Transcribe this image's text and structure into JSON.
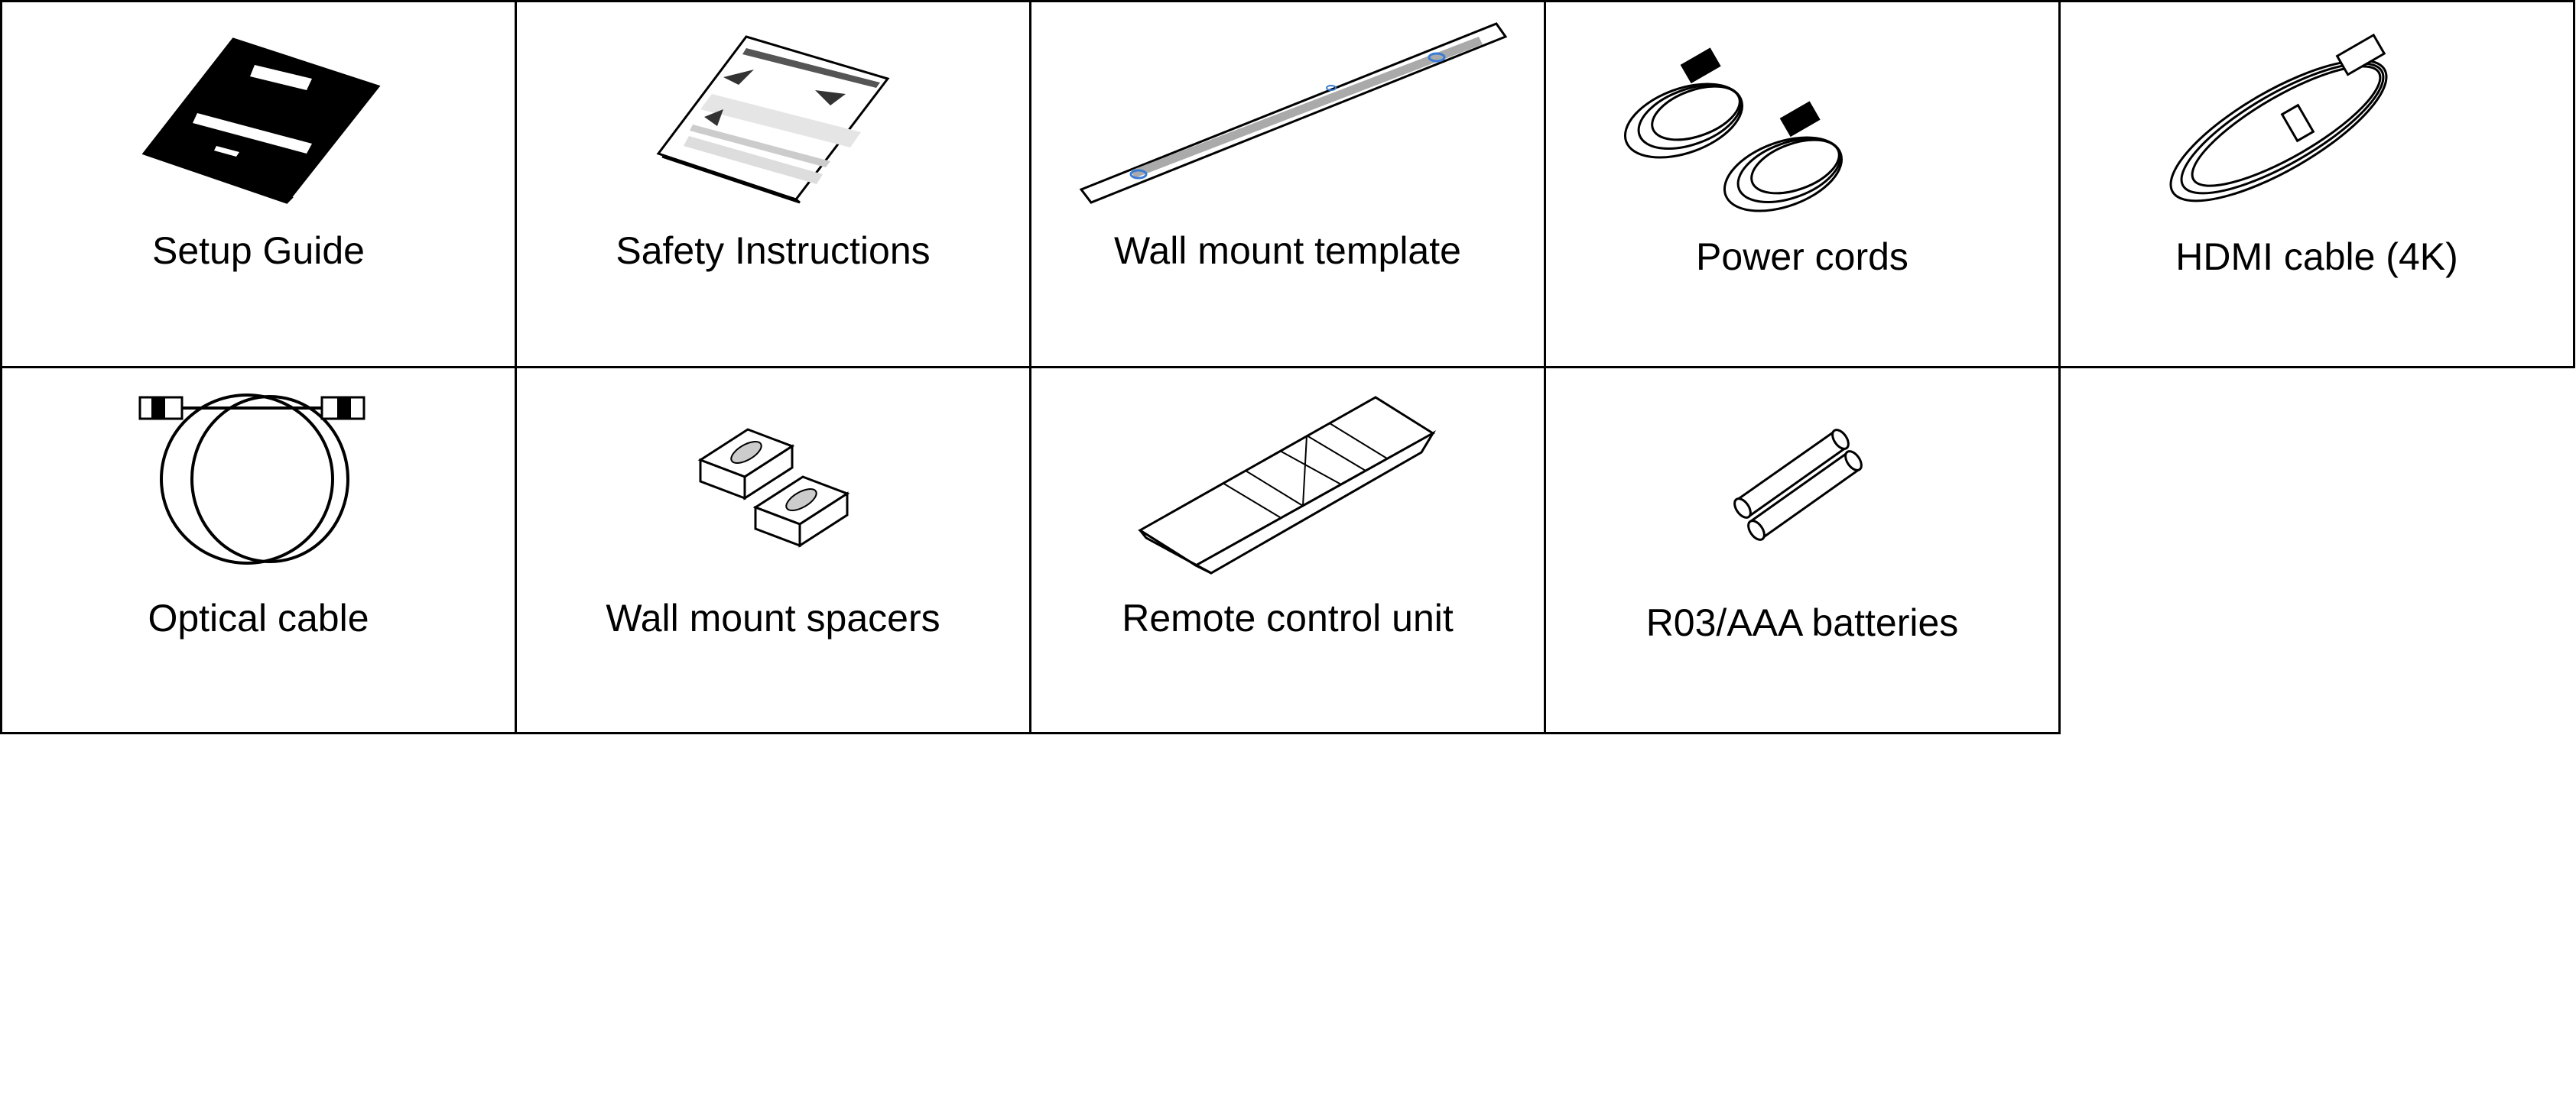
{
  "items": [
    {
      "label": "Setup Guide",
      "icon": "setup-guide-booklet-icon"
    },
    {
      "label": "Safety Instructions",
      "icon": "safety-instructions-booklet-icon"
    },
    {
      "label": "Wall mount template",
      "icon": "wall-mount-template-icon"
    },
    {
      "label": "Power cords",
      "icon": "power-cords-icon"
    },
    {
      "label": "HDMI cable (4K)",
      "icon": "hdmi-cable-icon"
    },
    {
      "label": "Optical cable",
      "icon": "optical-cable-icon"
    },
    {
      "label": "Wall mount spacers",
      "icon": "wall-mount-spacers-icon"
    },
    {
      "label": "Remote control unit",
      "icon": "remote-control-icon"
    },
    {
      "label": "R03/AAA batteries",
      "icon": "aaa-batteries-icon"
    }
  ]
}
